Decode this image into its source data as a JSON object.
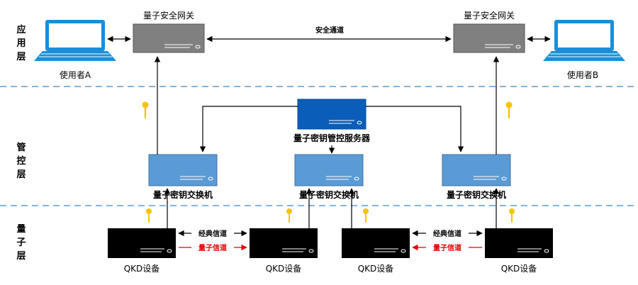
{
  "layers": {
    "application": "应用层",
    "control": "管控层",
    "quantum": "量子层"
  },
  "gateways": {
    "left_label": "量子安全网关",
    "right_label": "量子安全网关"
  },
  "secure_channel_label": "安全通道",
  "users": {
    "a_label": "使用者A",
    "b_label": "使用者B"
  },
  "control_server_label": "量子密钥管控服务器",
  "key_switches": [
    "量子密钥交换机",
    "量子密钥交换机",
    "量子密钥交换机"
  ],
  "qkd_devices": [
    "QKD设备",
    "QKD设备",
    "QKD设备",
    "QKD设备"
  ],
  "channels": {
    "classical_label": "经典信道",
    "quantum_label": "量子信道"
  },
  "colors": {
    "gateway": "#808080",
    "server": "#0a5db8",
    "switch": "#5b9bd5",
    "qkd": "#000000",
    "quantum_channel": "#e00000",
    "divider": "#5b9bd5",
    "key_icon": "#f5c400"
  }
}
